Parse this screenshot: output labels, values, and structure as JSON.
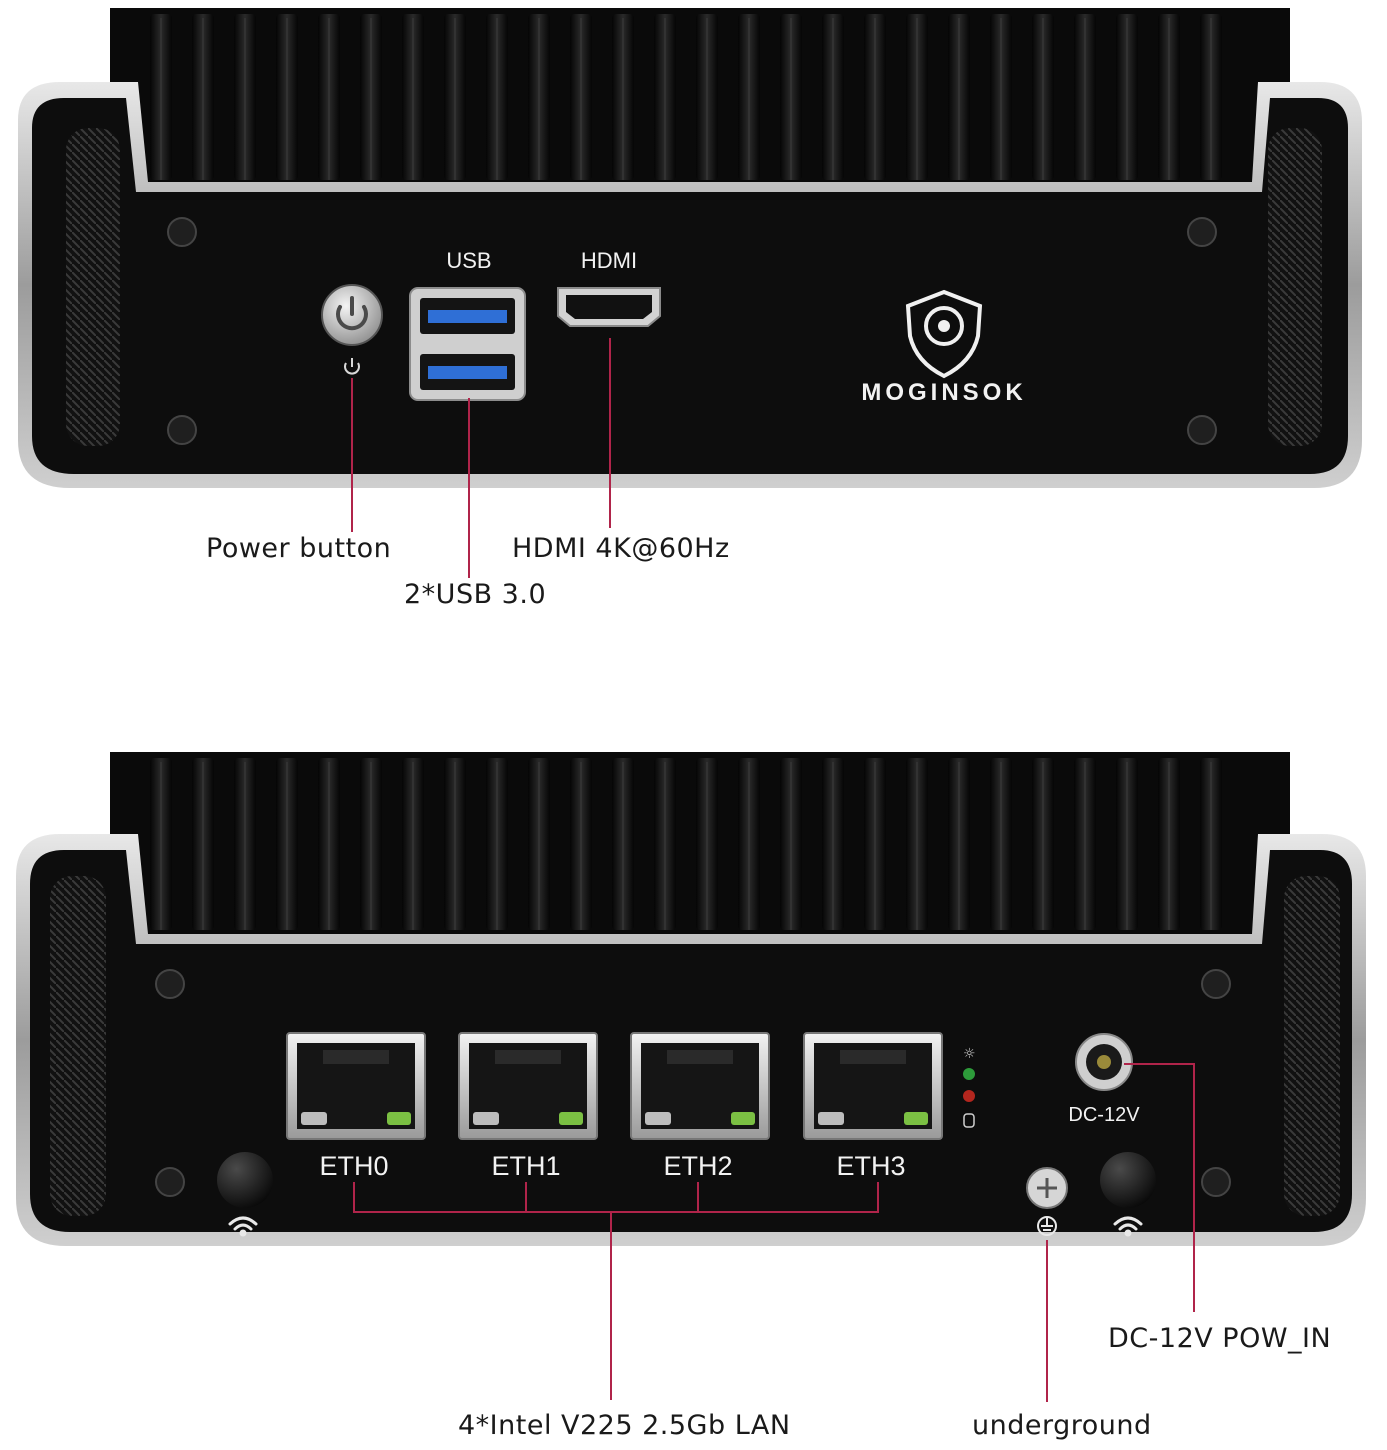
{
  "front_panel": {
    "usb_label": "USB",
    "hdmi_label": "HDMI",
    "brand": "MOGINSOK",
    "power_glyph": "power-icon",
    "usb_port_color": "#2f6fd6"
  },
  "rear_panel": {
    "eth_labels": [
      "ETH0",
      "ETH1",
      "ETH2",
      "ETH3"
    ],
    "dc_label": "DC-12V",
    "led_colors": [
      "#2d9b3a",
      "#b3261e"
    ],
    "wifi_glyph": "wifi-icon",
    "ground_glyph": "ground-icon",
    "eth_led_color": "#7bc043"
  },
  "callouts": {
    "power_button": "Power button",
    "usb": "2*USB 3.0",
    "hdmi": "HDMI 4K@60Hz",
    "lan": "4*Intel V225 2.5Gb LAN",
    "dc_in": "DC-12V POW_IN",
    "ground": "underground"
  },
  "colors": {
    "leader_line": "#b0244a",
    "chassis": "#0e0e0e",
    "bezel": "#c9c9c9"
  }
}
